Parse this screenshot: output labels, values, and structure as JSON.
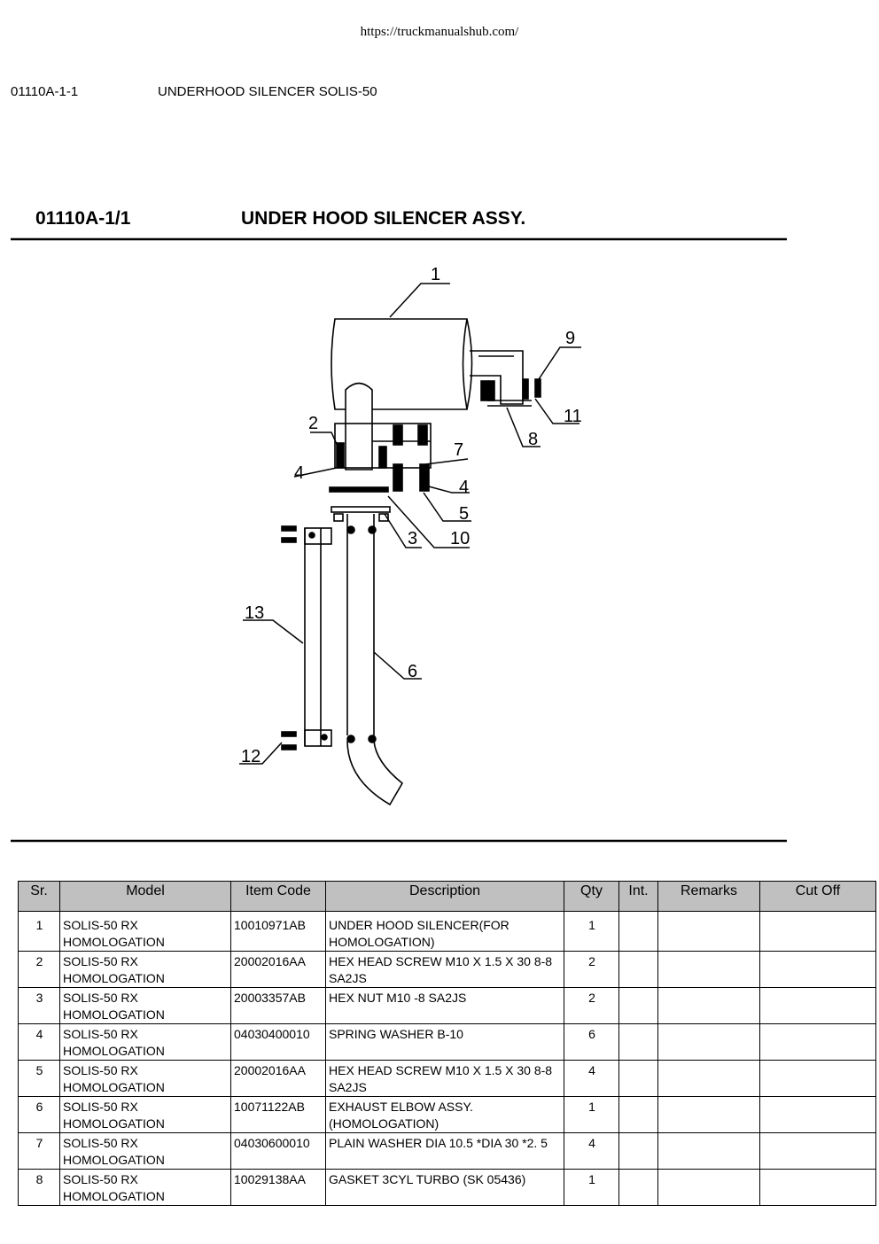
{
  "header": {
    "url": "https://truckmanualshub.com/",
    "page_code": "01110A-1-1",
    "page_title": "UNDERHOOD SILENCER SOLIS-50"
  },
  "diagram": {
    "code": "01110A-1/1",
    "title": "UNDER HOOD SILENCER ASSY.",
    "callouts": [
      "1",
      "2",
      "3",
      "4",
      "4",
      "5",
      "6",
      "7",
      "8",
      "9",
      "10",
      "11",
      "12",
      "13"
    ]
  },
  "table": {
    "headers": [
      "Sr.",
      "Model",
      "Item Code",
      "Description",
      "Qty",
      "Int.",
      "Remarks",
      "Cut Off"
    ],
    "rows": [
      {
        "sr": "1",
        "model": "SOLIS-50 RX HOMOLOGATION",
        "code": "10010971AB",
        "desc": "UNDER HOOD SILENCER(FOR HOMOLOGATION)",
        "qty": "1"
      },
      {
        "sr": "2",
        "model": "SOLIS-50 RX HOMOLOGATION",
        "code": "20002016AA",
        "desc": "HEX HEAD SCREW M10 X 1.5 X 30 8-8 SA2JS",
        "qty": "2"
      },
      {
        "sr": "3",
        "model": "SOLIS-50 RX HOMOLOGATION",
        "code": "20003357AB",
        "desc": "HEX NUT M10 -8 SA2JS",
        "qty": "2"
      },
      {
        "sr": "4",
        "model": "SOLIS-50 RX HOMOLOGATION",
        "code": "04030400010",
        "desc": "SPRING WASHER B-10",
        "qty": "6"
      },
      {
        "sr": "5",
        "model": "SOLIS-50 RX HOMOLOGATION",
        "code": "20002016AA",
        "desc": "HEX HEAD SCREW  M10 X 1.5 X 30 8-8 SA2JS",
        "qty": "4"
      },
      {
        "sr": "6",
        "model": "SOLIS-50 RX HOMOLOGATION",
        "code": "10071122AB",
        "desc": "EXHAUST ELBOW ASSY. (HOMOLOGATION)",
        "qty": "1"
      },
      {
        "sr": "7",
        "model": "SOLIS-50 RX HOMOLOGATION",
        "code": "04030600010",
        "desc": "PLAIN WASHER  DIA 10.5 *DIA 30 *2. 5",
        "qty": "4"
      },
      {
        "sr": "8",
        "model": "SOLIS-50 RX HOMOLOGATION",
        "code": "10029138AA",
        "desc": "GASKET 3CYL TURBO (SK 05436)",
        "qty": "1"
      }
    ]
  }
}
